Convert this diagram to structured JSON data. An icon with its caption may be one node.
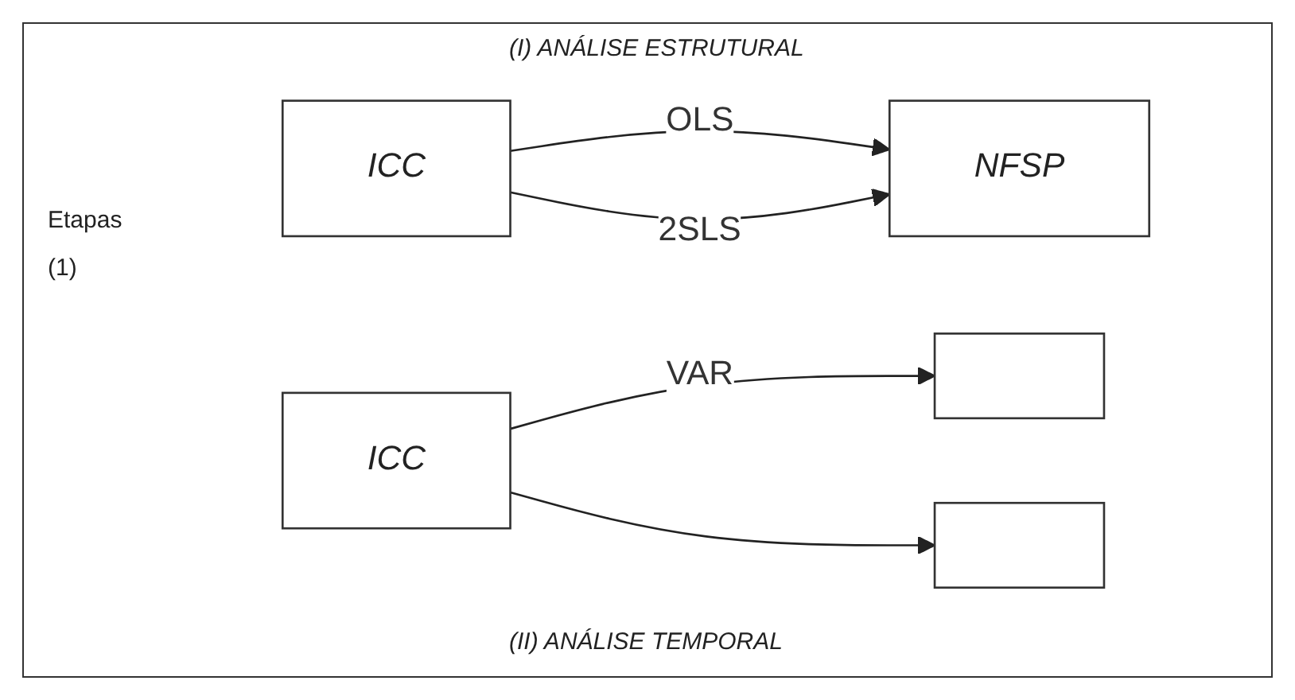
{
  "diagram": {
    "nodes": [
      {
        "text": [
          "ICC"
        ]
      },
      {
        "text": [
          "NFSP"
        ]
      },
      {
        "text": [
          "ICC"
        ]
      },
      {
        "text": [],
        "shape": "box"
      },
      {
        "text": [],
        "shape": "box"
      }
    ],
    "edges": [
      {
        "from": 0,
        "to": 1,
        "arrow": "to",
        "label": "OLS"
      },
      {
        "from": 0,
        "to": 1,
        "arrow": "to",
        "label": "2SLS"
      },
      {
        "from": 2,
        "to": 3,
        "arrow": "to",
        "label": "VAR"
      },
      {
        "from": 2,
        "to": 4,
        "arrow": "to"
      }
    ],
    "labels": [
      "(I) ANÁLISE ESTRUTURAL",
      "Etapas",
      "(1)",
      "(II) ANÁLISE TEMPORAL"
    ]
  }
}
